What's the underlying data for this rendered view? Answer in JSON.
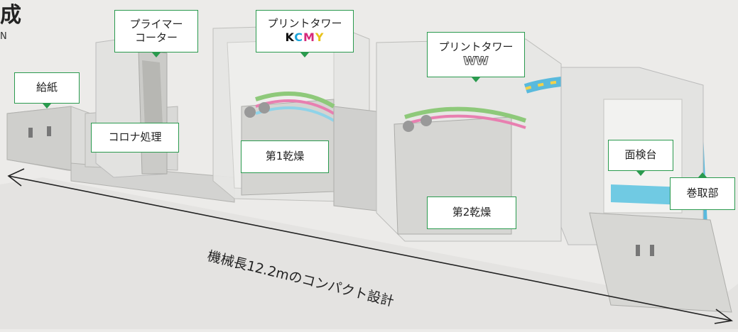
{
  "header": {
    "title_fragment": "成",
    "subtitle_fragment": "N"
  },
  "labels": {
    "feed": "給紙",
    "primer_line1": "プライマー",
    "primer_line2": "コーター",
    "print_kcmy_line1": "プリントタワー",
    "print_kcmy_k": "K",
    "print_kcmy_c": "C",
    "print_kcmy_m": "M",
    "print_kcmy_y": "Y",
    "corona": "コロナ処理",
    "dry1": "第1乾燥",
    "print_ww_line1": "プリントタワー",
    "print_ww_line2": "WW",
    "dry2": "第2乾燥",
    "inspection": "面検台",
    "rewind": "巻取部"
  },
  "dimension": {
    "text": "機械長12.2mのコンパクト設計"
  },
  "colors": {
    "label_border": "#2a9a4e",
    "cyan": "#1aa3d9",
    "magenta": "#d6297a",
    "yellow": "#e8c21a",
    "black": "#111111"
  }
}
